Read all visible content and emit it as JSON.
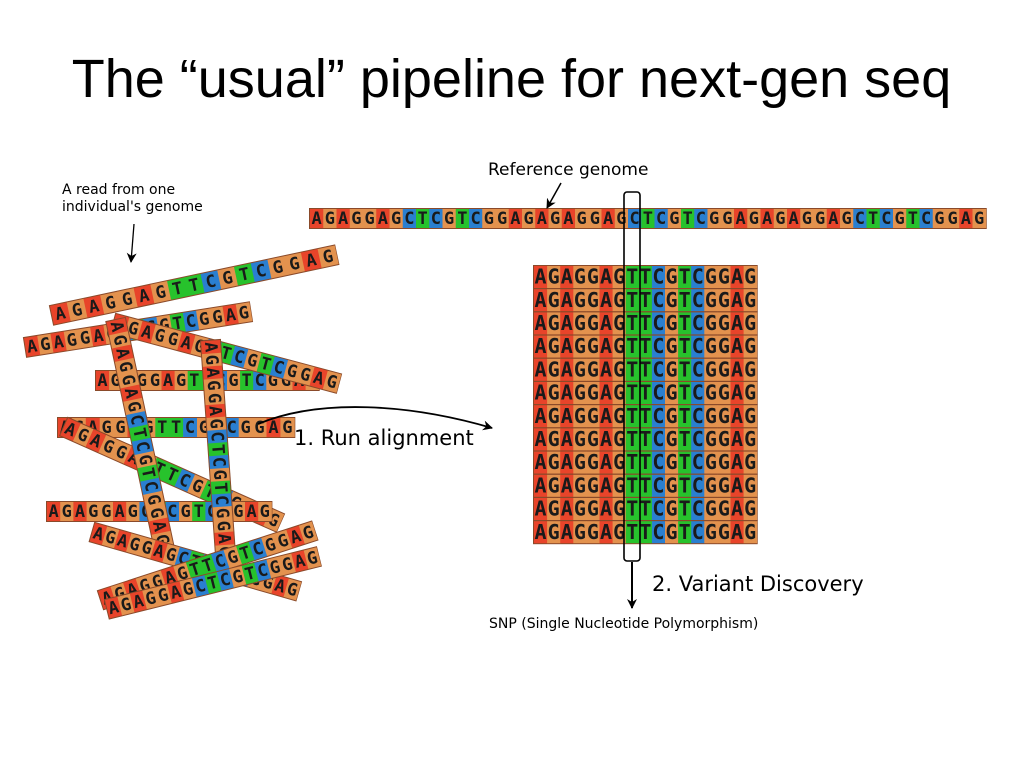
{
  "title": "The “usual” pipeline for next-gen seq",
  "labels": {
    "read_line1": "A read from one",
    "read_line2": "individual's genome",
    "reference": "Reference genome",
    "step1": "1. Run alignment",
    "step2": "2. Variant Discovery",
    "snp": "SNP (Single Nucleotide Polymorphism)"
  },
  "colors": {
    "A": "#e8442a",
    "G": "#e3924e",
    "C": "#2a7fd0",
    "T": "#27c22c",
    "border": "#8a4a2a"
  },
  "sequences": {
    "reference": "AGAGGAGCTCGTCGGAGAGAGGAGCTCGTCGGAGAGAGGAGCTCGTCGGAG",
    "aligned_read": "AGAGGAGTTCGTCGGAG",
    "aligned_read_count": 12,
    "scattered_reads": [
      "AGAGGAGTTCGTCGGAG",
      "AGAGGAGCTCGTCGGAG",
      "AGAGGAGTTCGTCGGAG",
      "AGAGGAGTTCGTCGGAG",
      "AGAGGAGTTCGTCGGAG",
      "AGAGGAGCTCGTCGGAG",
      "AGAGGAGCTCGTCGGAG",
      "AGAGGAGCTCGTCGGAG",
      "AGAGGAGCTCGTCGGAG",
      "AGAGGAGCTCGTCGGAG",
      "AGAGGAGTTCGTCGGAG",
      "AGAGGAGCTCGTCGGAG"
    ]
  }
}
